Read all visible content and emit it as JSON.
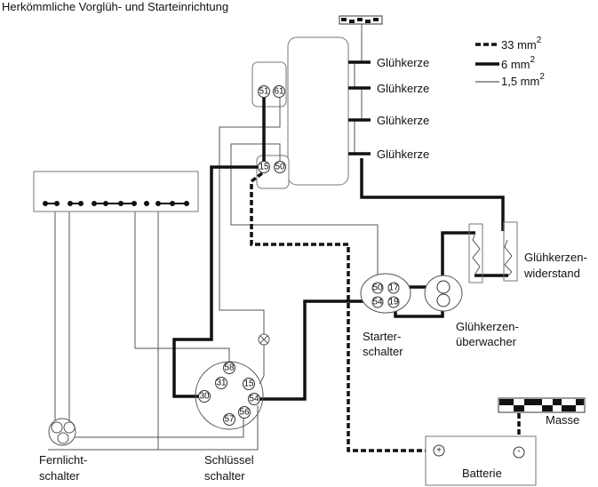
{
  "title": "Herkömmliche Vorglüh- und Starteinrichtung",
  "legend": {
    "items": [
      {
        "style": "dashed",
        "label": "33 mm",
        "sup": "2"
      },
      {
        "style": "thick",
        "label": "6 mm",
        "sup": "2"
      },
      {
        "style": "thin",
        "label": "1,5 mm",
        "sup": "2"
      }
    ]
  },
  "glow_plugs": [
    "Glühkerze",
    "Glühkerze",
    "Glühkerze",
    "Glühkerze"
  ],
  "relay_pins": {
    "top_left": "51",
    "top_right": "61",
    "bottom_left": "15",
    "bottom_right": "50"
  },
  "starter_switch": {
    "label_line1": "Starter-",
    "label_line2": "schalter",
    "pins": [
      "50",
      "17",
      "54",
      "19"
    ]
  },
  "glow_monitor": {
    "label_line1": "Glühkerzen-",
    "label_line2": "überwacher"
  },
  "glow_resistor": {
    "label_line1": "Glühkerzen-",
    "label_line2": "widerstand"
  },
  "key_switch": {
    "label_line1": "Schlüssel",
    "label_line2": "schalter",
    "pins": [
      "58",
      "31",
      "15",
      "30",
      "54",
      "56",
      "57"
    ]
  },
  "high_beam_switch": {
    "label_line1": "Fernlicht-",
    "label_line2": "schalter"
  },
  "battery": {
    "label": "Batterie",
    "plus": "+",
    "minus": "-"
  },
  "ground": {
    "label": "Masse"
  }
}
